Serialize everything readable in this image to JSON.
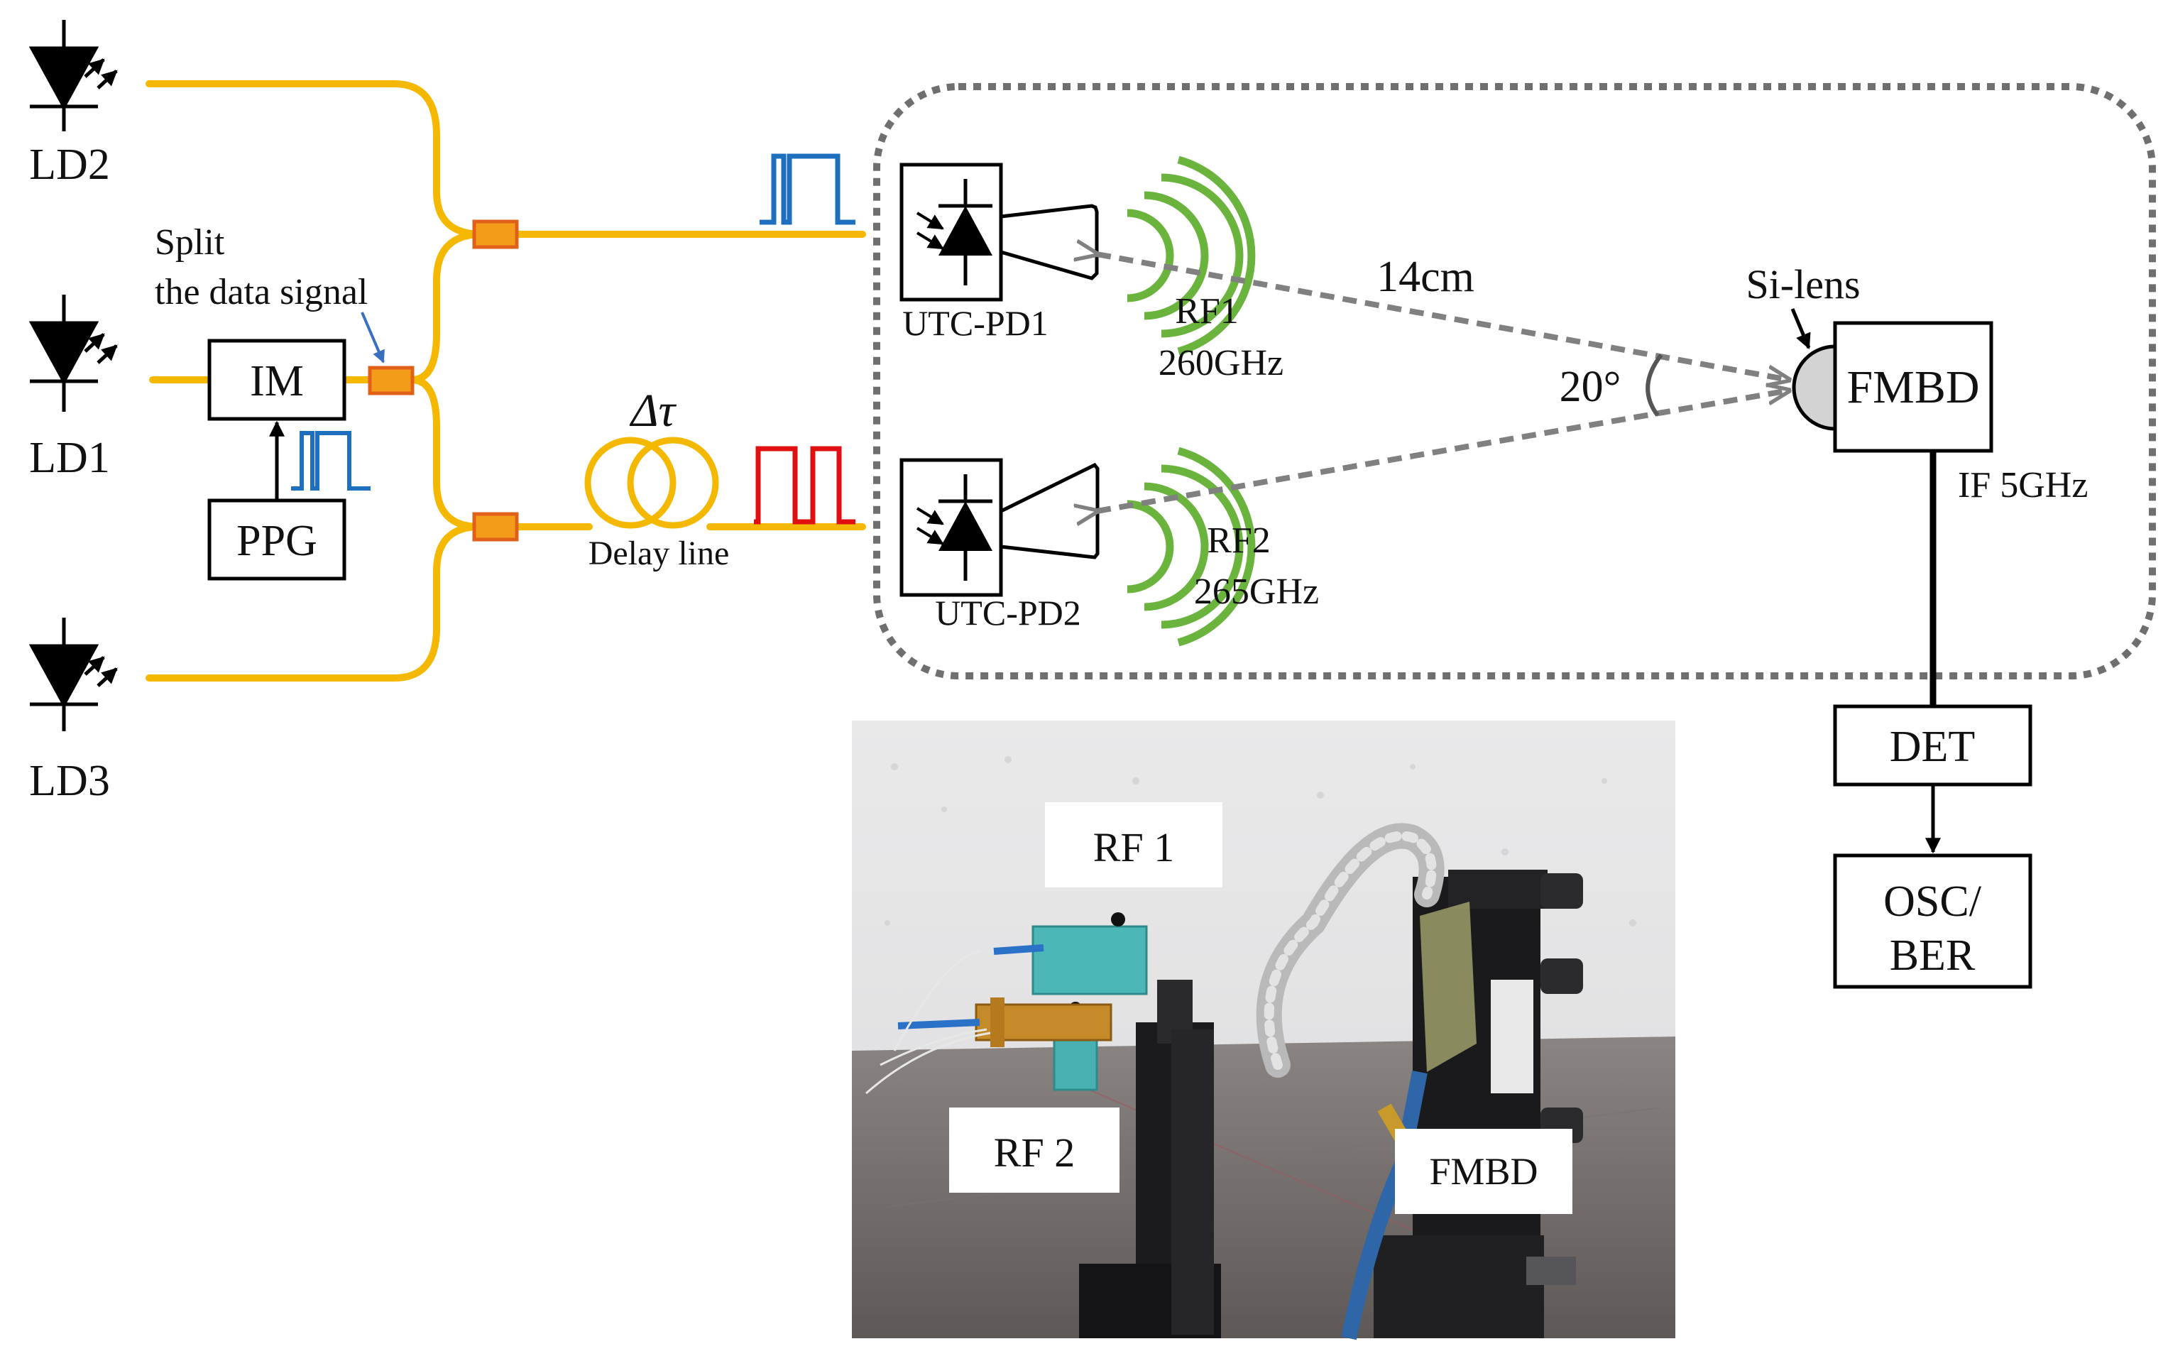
{
  "lasers": {
    "ld1": "LD1",
    "ld2": "LD2",
    "ld3": "LD3"
  },
  "blocks": {
    "im": "IM",
    "ppg": "PPG",
    "fmbd": "FMBD",
    "det": "DET",
    "osc_line1": "OSC/",
    "osc_line2": "BER"
  },
  "labels": {
    "split_line1": "Split",
    "split_line2": "the data signal",
    "delay_symbol": "Δτ",
    "delay_line": "Delay line",
    "utc_pd1": "UTC-PD1",
    "utc_pd2": "UTC-PD2",
    "rf1_name": "RF1",
    "rf1_freq": "260GHz",
    "rf2_name": "RF2",
    "rf2_freq": "265GHz",
    "distance": "14cm",
    "angle": "20°",
    "si_lens": "Si-lens",
    "if_freq": "IF 5GHz"
  },
  "photo": {
    "rf1_tag": "RF 1",
    "rf2_tag": "RF 2",
    "fmbd_tag": "FMBD"
  },
  "colors": {
    "fiber": "#f5b800",
    "coupler": "#f39c1a",
    "coupler_edge": "#e0601a",
    "pulse_blue": "#1f6fbf",
    "pulse_red": "#e01010",
    "wave_green": "#6ab43e",
    "beam": "#808080",
    "enclosure": "#6f6f6f",
    "lens_fill": "#d3d3d3"
  }
}
